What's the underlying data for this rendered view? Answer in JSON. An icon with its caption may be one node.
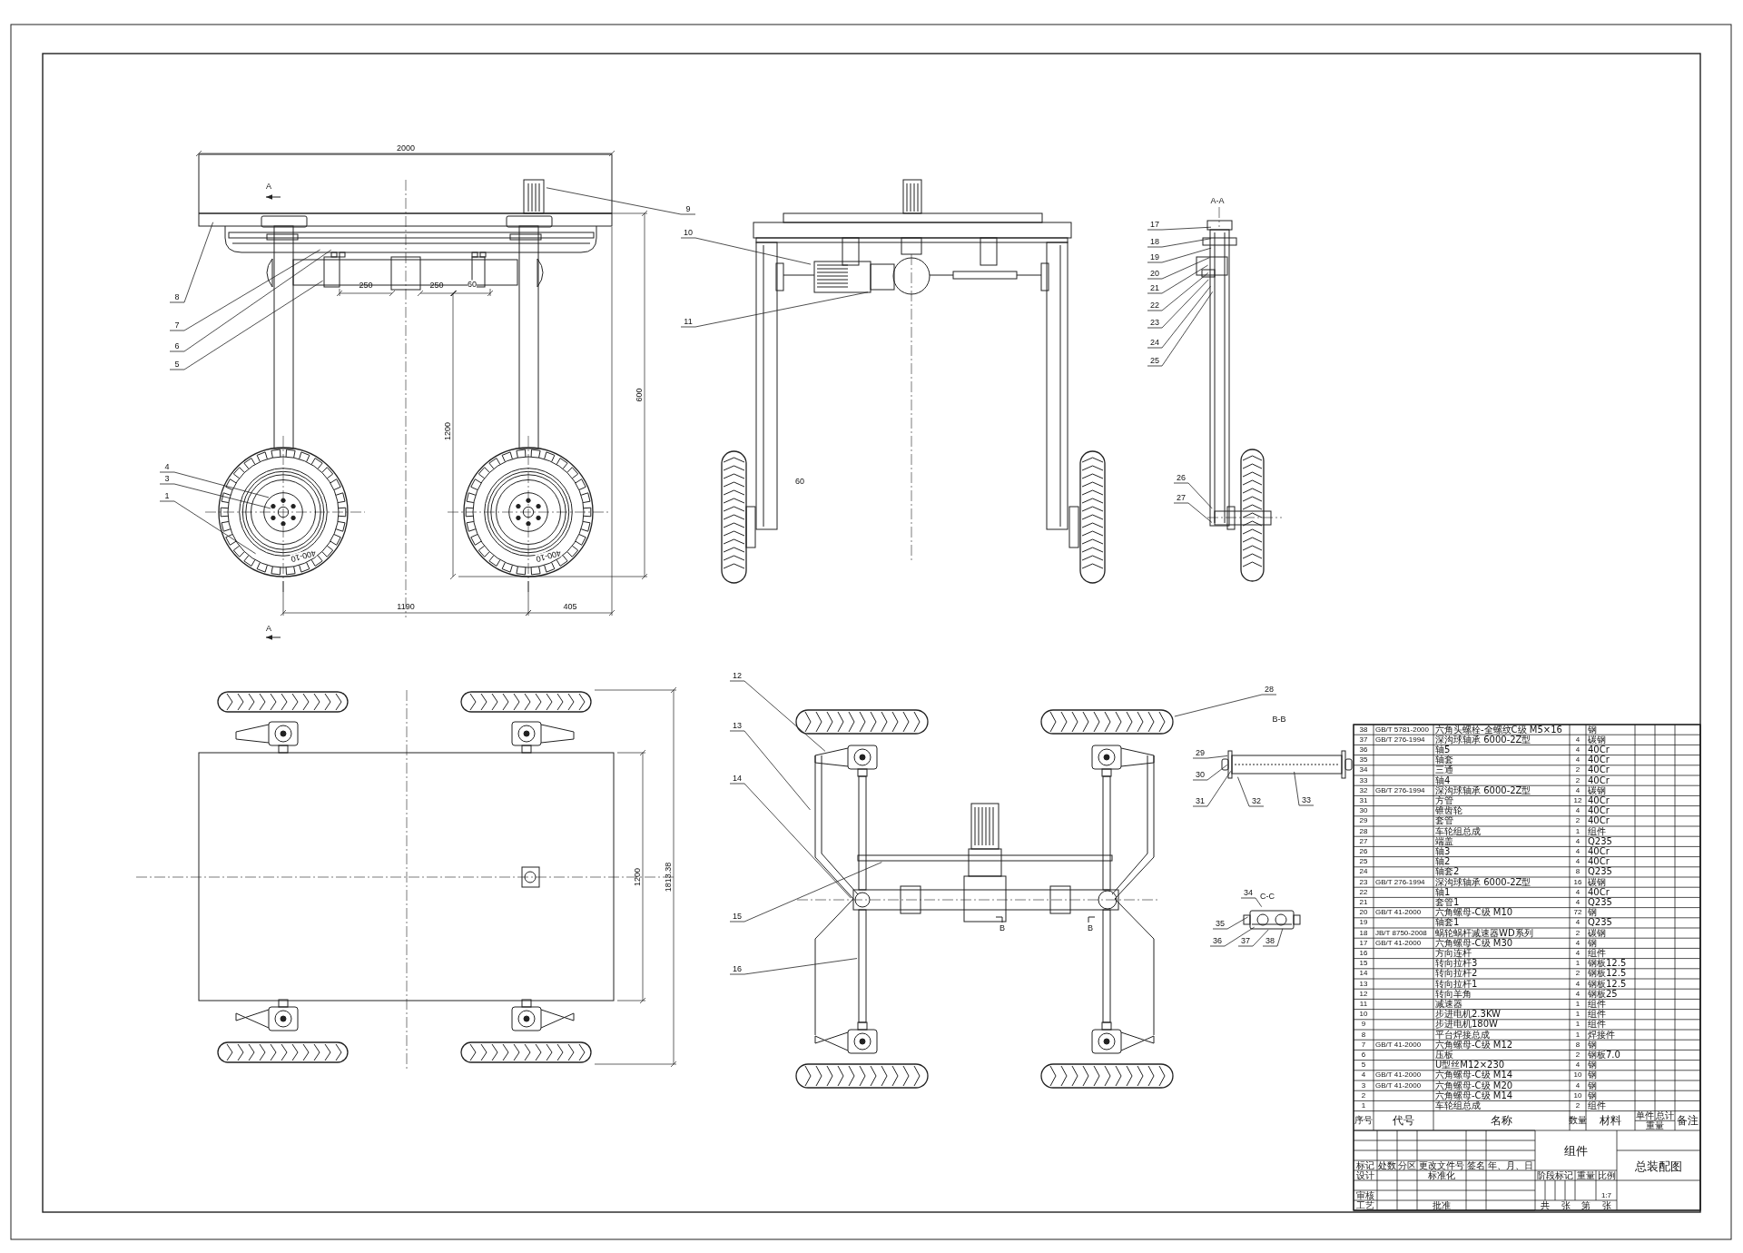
{
  "diagram": {
    "nodes": [
      {
        "text": [
          "1"
        ]
      },
      {
        "text": [
          "3"
        ]
      },
      {
        "text": [
          "4"
        ]
      },
      {
        "text": [
          "5"
        ]
      },
      {
        "text": [
          "6"
        ]
      },
      {
        "text": [
          "7"
        ]
      },
      {
        "text": [
          "8"
        ]
      },
      {
        "text": [
          "9"
        ]
      },
      {
        "text": [
          "10"
        ]
      },
      {
        "text": [
          "11"
        ]
      },
      {
        "text": [
          "12"
        ]
      },
      {
        "text": [
          "13"
        ]
      },
      {
        "text": [
          "14"
        ]
      },
      {
        "text": [
          "15"
        ]
      },
      {
        "text": [
          "16"
        ]
      },
      {
        "text": [
          "17"
        ]
      },
      {
        "text": [
          "18"
        ]
      },
      {
        "text": [
          "19"
        ]
      },
      {
        "text": [
          "20"
        ]
      },
      {
        "text": [
          "21"
        ]
      },
      {
        "text": [
          "22"
        ]
      },
      {
        "text": [
          "23"
        ]
      },
      {
        "text": [
          "24"
        ]
      },
      {
        "text": [
          "25"
        ]
      },
      {
        "text": [
          "26"
        ]
      },
      {
        "text": [
          "27"
        ]
      },
      {
        "text": [
          "28"
        ]
      },
      {
        "text": [
          "29"
        ]
      },
      {
        "text": [
          "30"
        ]
      },
      {
        "text": [
          "31"
        ]
      },
      {
        "text": [
          "32"
        ]
      },
      {
        "text": [
          "33"
        ]
      },
      {
        "text": [
          "34"
        ]
      },
      {
        "text": [
          "35"
        ]
      },
      {
        "text": [
          "36"
        ]
      },
      {
        "text": [
          "37"
        ]
      },
      {
        "text": [
          "38"
        ]
      },
      {
        "text": [],
        "shape": "picture"
      },
      {
        "text": [],
        "shape": "picture"
      },
      {
        "text": [],
        "shape": "picture"
      },
      {
        "text": [],
        "shape": "picture"
      },
      {
        "text": [],
        "shape": "picture"
      },
      {
        "text": [],
        "shape": "picture"
      }
    ],
    "edges": [
      {
        "from": 0,
        "to": 37,
        "arrow": "none"
      },
      {
        "from": 1,
        "to": 37,
        "arrow": "none"
      },
      {
        "from": 2,
        "to": 37,
        "arrow": "none"
      },
      {
        "from": 3,
        "to": 37,
        "arrow": "none"
      },
      {
        "from": 4,
        "to": 37,
        "arrow": "none"
      },
      {
        "from": 5,
        "to": 37,
        "arrow": "none"
      },
      {
        "from": 6,
        "to": 37,
        "arrow": "none"
      },
      {
        "from": 7,
        "to": 37,
        "arrow": "none"
      },
      {
        "from": 8,
        "to": 38,
        "arrow": "none"
      },
      {
        "from": 9,
        "to": 38,
        "arrow": "none"
      },
      {
        "from": 10,
        "to": 40,
        "arrow": "none"
      },
      {
        "from": 11,
        "to": 40,
        "arrow": "none"
      },
      {
        "from": 12,
        "to": 40,
        "arrow": "none"
      },
      {
        "from": 13,
        "to": 40,
        "arrow": "none"
      },
      {
        "from": 14,
        "to": 40,
        "arrow": "none"
      },
      {
        "from": 15,
        "to": 39,
        "arrow": "none"
      },
      {
        "from": 16,
        "to": 39,
        "arrow": "none"
      },
      {
        "from": 17,
        "to": 39,
        "arrow": "none"
      },
      {
        "from": 18,
        "to": 39,
        "arrow": "none"
      },
      {
        "from": 19,
        "to": 39,
        "arrow": "none"
      },
      {
        "from": 20,
        "to": 39,
        "arrow": "none"
      },
      {
        "from": 21,
        "to": 39,
        "arrow": "none"
      },
      {
        "from": 22,
        "to": 39,
        "arrow": "none"
      },
      {
        "from": 23,
        "to": 39,
        "arrow": "none"
      },
      {
        "from": 24,
        "to": 39,
        "arrow": "none"
      },
      {
        "from": 25,
        "to": 39,
        "arrow": "none"
      },
      {
        "from": 26,
        "to": 40,
        "arrow": "none"
      },
      {
        "from": 27,
        "to": 41,
        "arrow": "none"
      },
      {
        "from": 28,
        "to": 41,
        "arrow": "none"
      },
      {
        "from": 29,
        "to": 41,
        "arrow": "none"
      },
      {
        "from": 30,
        "to": 41,
        "arrow": "none"
      },
      {
        "from": 31,
        "to": 41,
        "arrow": "none"
      },
      {
        "from": 32,
        "to": 42,
        "arrow": "none"
      },
      {
        "from": 33,
        "to": 42,
        "arrow": "none"
      },
      {
        "from": 34,
        "to": 42,
        "arrow": "none"
      },
      {
        "from": 35,
        "to": 42,
        "arrow": "none"
      },
      {
        "from": 36,
        "to": 42,
        "arrow": "none"
      }
    ],
    "labels": [
      "2000",
      "A",
      "250",
      "250",
      "60",
      "600",
      "1200",
      "400-10",
      "400-10",
      "1190",
      "405",
      "60",
      "A-A",
      "A",
      "1200",
      "1813.38",
      "B",
      "B",
      "B-B",
      "C-C",
      "38",
      "GB/T 5781-2000",
      "六角头螺栓-全螺纹C级 M5×16",
      "钢",
      "37",
      "GB/T 276-1994",
      "深沟球轴承 6000-2Z型",
      "4",
      "碳钢",
      "36",
      "轴5",
      "4",
      "40Cr",
      "35",
      "轴套",
      "4",
      "40Cr",
      "34",
      "三通",
      "2",
      "40Cr",
      "33",
      "轴4",
      "2",
      "40Cr",
      "32",
      "GB/T 276-1994",
      "深沟球轴承 6000-2Z型",
      "4",
      "碳钢",
      "31",
      "方管",
      "12",
      "40Cr",
      "30",
      "锥齿轮",
      "4",
      "40Cr",
      "29",
      "套管",
      "2",
      "40Cr",
      "28",
      "车轮组总成",
      "1",
      "组件",
      "27",
      "端盖",
      "4",
      "Q235",
      "26",
      "轴3",
      "4",
      "40Cr",
      "25",
      "轴2",
      "4",
      "40Cr",
      "24",
      "轴套2",
      "8",
      "Q235",
      "23",
      "GB/T 276-1994",
      "深沟球轴承 6000-2Z型",
      "16",
      "碳钢",
      "22",
      "轴1",
      "4",
      "40Cr",
      "21",
      "套管1",
      "4",
      "Q235",
      "20",
      "GB/T 41-2000",
      "六角螺母-C级 M10",
      "72",
      "钢",
      "19",
      "轴套1",
      "4",
      "Q235",
      "18",
      "JB/T 8750-2008",
      "蜗轮蜗杆减速器WD系列",
      "2",
      "碳钢",
      "17",
      "GB/T 41-2000",
      "六角螺母-C级 M30",
      "4",
      "钢",
      "16",
      "方向连杆",
      "4",
      "组件",
      "15",
      "转向拉杆3",
      "1",
      "钢板12.5",
      "14",
      "转向拉杆2",
      "2",
      "钢板12.5",
      "13",
      "转向拉杆1",
      "4",
      "钢板12.5",
      "12",
      "转向羊角",
      "4",
      "钢板25",
      "11",
      "减速器",
      "1",
      "组件",
      "10",
      "步进电机2.3KW",
      "1",
      "组件",
      "9",
      "步进电机180W",
      "1",
      "组件",
      "8",
      "平台焊接总成",
      "1",
      "焊接件",
      "7",
      "GB/T 41-2000",
      "六角螺母-C级 M12",
      "8",
      "钢",
      "6",
      "压板",
      "2",
      "钢板7.0",
      "5",
      "U型丝M12×230",
      "4",
      "钢",
      "4",
      "GB/T 41-2000",
      "六角螺母-C级 M14",
      "10",
      "钢",
      "3",
      "GB/T 41-2000",
      "六角螺母-C级 M20",
      "4",
      "钢",
      "2",
      "六角螺母-C级 M14",
      "10",
      "钢",
      "1",
      "车轮组总成",
      "2",
      "组件",
      "序号",
      "代号",
      "名称",
      "数量",
      "材料",
      "单件",
      "总计",
      "重量",
      "备注",
      "组件",
      "标记",
      "处数",
      "分区",
      "更改文件号",
      "签名",
      "年、月、日",
      "总装配图",
      "设计",
      "标准化",
      "阶段标记",
      "重量",
      "比例",
      "1:7",
      "审核",
      "工艺",
      "批准",
      "共",
      "张",
      "第",
      "张"
    ]
  }
}
